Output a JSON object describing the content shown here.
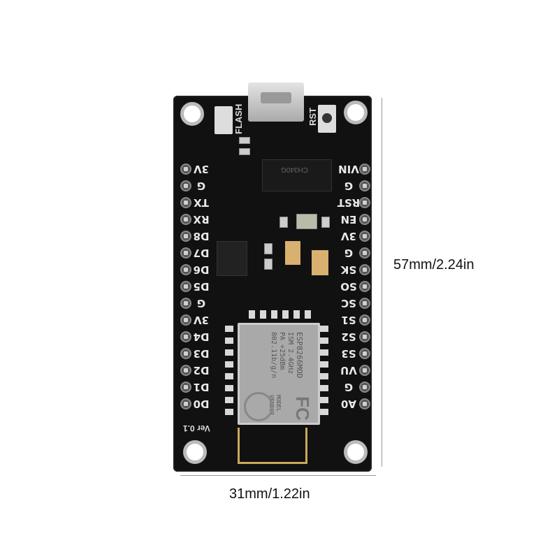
{
  "product": {
    "board_color": "#111111",
    "left_pins": [
      "3V",
      "G",
      "TX",
      "RX",
      "D8",
      "D7",
      "D6",
      "D5",
      "G",
      "3V",
      "D4",
      "D3",
      "D2",
      "D1",
      "D0"
    ],
    "right_pins": [
      "VIN",
      "G",
      "RST",
      "EN",
      "3V",
      "G",
      "SK",
      "SO",
      "SC",
      "S1",
      "S2",
      "S3",
      "VU",
      "G",
      "A0"
    ],
    "flash_label": "FLASH",
    "rst_label": "RST",
    "usb_chip": "CH340G",
    "module_lines": [
      "ESP8266MOD",
      "ISM 2.4GHz",
      "PA +25dBm",
      "802.11b/g/n",
      "MODEL",
      "VENDOR"
    ],
    "version": "Ver 0.1"
  },
  "dimensions": {
    "height_label": "57mm/2.24in",
    "width_label": "31mm/1.22in"
  }
}
